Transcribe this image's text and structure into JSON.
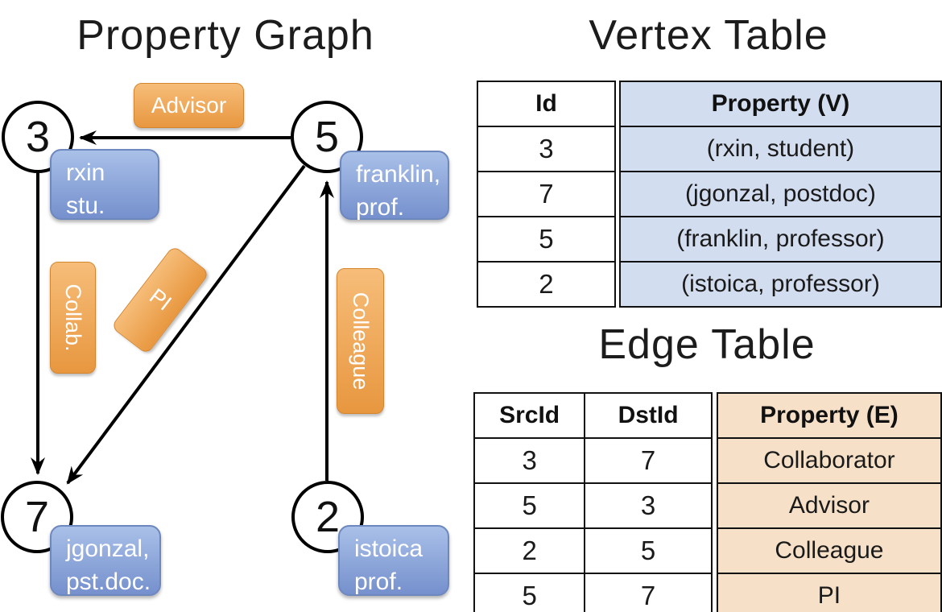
{
  "colors": {
    "orange_top": "#f6bd79",
    "orange_bottom": "#e8973f",
    "blue_top": "#a9c0e8",
    "blue_bottom": "#7590cd",
    "vertex_property_fill": "#d3ddf0",
    "edge_property_fill": "#f6e0c7",
    "line_color": "#000000",
    "text_on_boxes": "#ffffff"
  },
  "graph": {
    "title": "Property Graph",
    "nodes": {
      "n3": "3",
      "n5": "5",
      "n7": "7",
      "n2": "2"
    },
    "edge_labels": {
      "advisor": "Advisor",
      "collab": "Collab.",
      "pi": "PI",
      "colleague": "Colleague"
    },
    "vertex_labels": {
      "v3": {
        "line1": "rxin",
        "line2": "stu."
      },
      "v5": {
        "line1": "franklin,",
        "line2": "prof."
      },
      "v7": {
        "line1": "jgonzal,",
        "line2": "pst.doc."
      },
      "v2": {
        "line1": "istoica",
        "line2": "prof."
      }
    }
  },
  "vertex_table": {
    "title": "Vertex Table",
    "headers": {
      "id": "Id",
      "property": "Property (V)"
    },
    "rows": [
      {
        "id": "3",
        "property": "(rxin, student)"
      },
      {
        "id": "7",
        "property": "(jgonzal, postdoc)"
      },
      {
        "id": "5",
        "property": "(franklin, professor)"
      },
      {
        "id": "2",
        "property": "(istoica, professor)"
      }
    ]
  },
  "edge_table": {
    "title": "Edge Table",
    "headers": {
      "src": "SrcId",
      "dst": "DstId",
      "property": "Property (E)"
    },
    "rows": [
      {
        "src": "3",
        "dst": "7",
        "property": "Collaborator"
      },
      {
        "src": "5",
        "dst": "3",
        "property": "Advisor"
      },
      {
        "src": "2",
        "dst": "5",
        "property": "Colleague"
      },
      {
        "src": "5",
        "dst": "7",
        "property": "PI"
      }
    ]
  }
}
